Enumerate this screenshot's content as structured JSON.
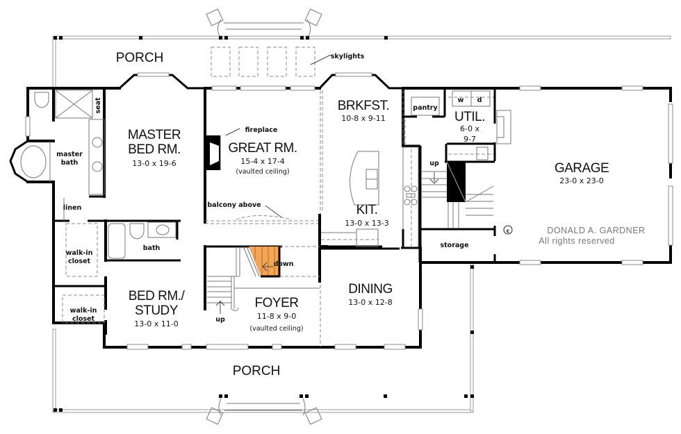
{
  "plan": {
    "porch_top": "PORCH",
    "porch_bottom": "PORCH",
    "skylights_label": "skylights",
    "fireplace_label": "fireplace",
    "balcony_label": "balcony above",
    "down_label": "down",
    "up_label_foyer": "up",
    "up_label_util": "up",
    "stair_highlight_color": "#F5A553"
  },
  "rooms": {
    "master_bed": {
      "name_line1": "MASTER",
      "name_line2": "BED RM.",
      "dims": "13-0 x 19-6"
    },
    "great_room": {
      "name": "GREAT RM.",
      "dims": "15-4 x 17-4",
      "note": "(vaulted ceiling)"
    },
    "brkfst": {
      "name": "BRKFST.",
      "dims": "10-8 x 9-11"
    },
    "kit": {
      "name": "KIT.",
      "dims": "13-0 x 13-3"
    },
    "util": {
      "name": "UTIL.",
      "dims_line1": "6-0 x",
      "dims_line2": "9-7",
      "washer": "w",
      "dryer": "d"
    },
    "pantry": {
      "name": "pantry"
    },
    "garage": {
      "name": "GARAGE",
      "dims": "23-0 x 23-0"
    },
    "storage": {
      "name": "storage"
    },
    "dining": {
      "name": "DINING",
      "dims": "13-0 x 12-8"
    },
    "foyer": {
      "name": "FOYER",
      "dims": "11-8 x 9-0",
      "note": "(vaulted ceiling)"
    },
    "bed_study": {
      "name_line1": "BED RM./",
      "name_line2": "STUDY",
      "dims": "13-0 x 11-0"
    },
    "master_bath": {
      "name_line1": "master",
      "name_line2": "bath",
      "seat": "seat"
    },
    "linen": {
      "name": "linen"
    },
    "walkin_closet_1": {
      "name_line1": "walk-in",
      "name_line2": "closet"
    },
    "walkin_closet_2": {
      "name_line1": "walk-in",
      "name_line2": "closet"
    },
    "bath": {
      "name": "bath"
    }
  },
  "copyright": {
    "symbol": "c",
    "line1": "DONALD A. GARDNER",
    "line2": "All rights reserved"
  }
}
